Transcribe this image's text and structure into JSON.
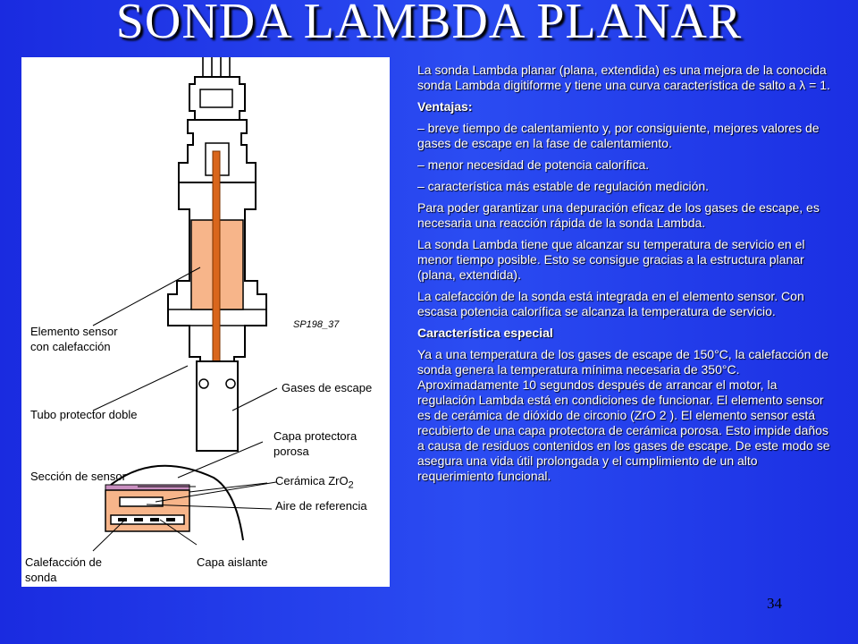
{
  "slide": {
    "title": "SONDA LAMBDA PLANAR",
    "page_number": "34"
  },
  "figure": {
    "code": "SP198_37",
    "labels": {
      "elemento_sensor_1": "Elemento sensor",
      "elemento_sensor_2": "con calefacción",
      "gases_escape": "Gases de escape",
      "tubo_protector": "Tubo protector doble",
      "capa_protectora_1": "Capa protectora",
      "capa_protectora_2": "porosa",
      "seccion_sensor": "Sección de sensor",
      "ceramica": "Cerámica ZrO",
      "ceramica_sub": "2",
      "aire_referencia": "Aire de referencia",
      "calefaccion_sonda_1": "Calefacción de",
      "calefaccion_sonda_2": "sonda",
      "capa_aislante": "Capa aislante"
    }
  },
  "text": {
    "intro": "La sonda Lambda planar (plana, extendida) es una mejora de la conocida sonda Lambda digitiforme y tiene una curva característica de salto a λ = 1.",
    "ventajas_heading": "Ventajas:",
    "ventaja_1": "– breve tiempo de calentamiento y, por consiguiente, mejores valores de gases de escape en la fase de calentamiento.",
    "ventaja_2": "– menor necesidad de potencia calorífica.",
    "ventaja_3": "– característica más estable de regulación medición.",
    "p_depuracion": "Para poder garantizar una depuración eficaz de los gases de escape, es necesaria una reacción rápida de la sonda Lambda.",
    "p_temperatura": "La sonda Lambda tiene que alcanzar su temperatura de servicio en el menor tiempo posible. Esto se consigue gracias a la estructura planar (plana, extendida).",
    "p_calefaccion": "La calefacción de la sonda está integrada en el elemento sensor. Con escasa potencia calorífica se alcanza la temperatura de servicio.",
    "caracteristica_heading": "Característica especial",
    "p_especial": "Ya a una temperatura de los gases de escape de 150°C, la calefacción de sonda genera la temperatura mínima necesaria de 350°C. Aproximadamente 10 segundos después de arrancar el motor, la regulación Lambda está en condiciones de funcionar. El elemento sensor es de cerámica de dióxido de circonio (ZrO 2 ). El elemento sensor está recubierto de una capa protectora de cerámica porosa. Esto impide daños a causa de residuos contenidos en los gases de escape. De este modo se asegura una vida útil prolongada y el cumplimiento de un alto requerimiento funcional."
  },
  "colors": {
    "background": "#2b4cf2",
    "sensor_element": "#f7b58a",
    "sensor_rod": "#d9661c",
    "protective_layer": "#c98fc0"
  }
}
